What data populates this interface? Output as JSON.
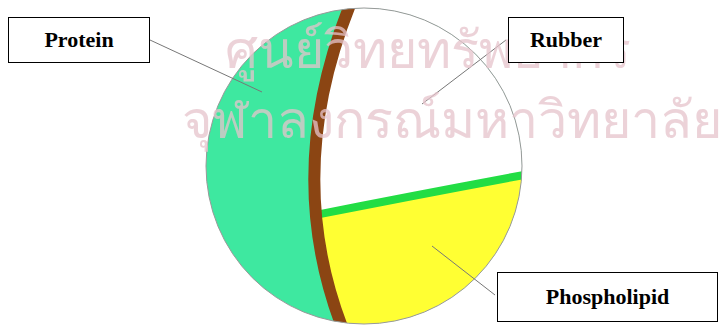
{
  "diagram": {
    "nodes": [
      {
        "text": [
          "Protein"
        ]
      },
      {
        "text": [
          "Rubber"
        ]
      },
      {
        "text": [
          "Phospholipid"
        ]
      }
    ],
    "labels": [
      "ศูนย์วิทยทรัพยากร",
      "จุฬาลงกรณ์มหาวิทยาลัย"
    ]
  }
}
